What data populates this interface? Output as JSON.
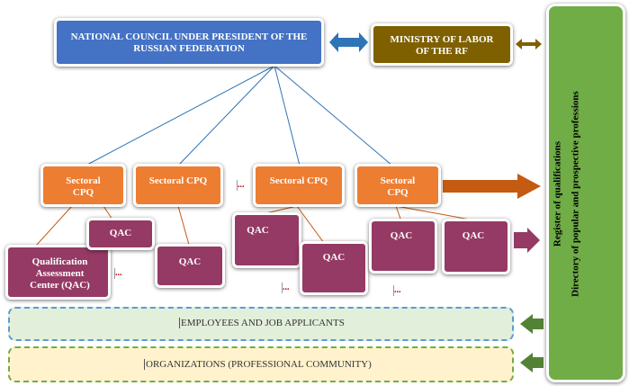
{
  "top": {
    "council": "NATIONAL COUNCIL UNDER PRESIDENT OF THE RUSSIAN FEDERATION",
    "ministry": "MINISTRY OF LABOR OF THE RF"
  },
  "cpq": [
    "Sectoral CPQ",
    "Sectoral CPQ",
    "Sectoral CPQ",
    "Sectoral CPQ"
  ],
  "qac": {
    "main": "Qualification Assessment Center (QAC)",
    "short": "QAC"
  },
  "ellipsis": "...",
  "bands": {
    "employees": "EMPLOYEES AND JOB APPLICANTS",
    "organizations": "ORGANIZATIONS (PROFESSIONAL COMMUNITY)"
  },
  "sidebar": {
    "line1": "Register of qualifications",
    "line2": "Directory of popular and prospective professions"
  },
  "colors": {
    "blue": "#4472c4",
    "olive": "#7f6000",
    "orange": "#ed7d31",
    "plum": "#943a64",
    "green": "#70ad47"
  }
}
